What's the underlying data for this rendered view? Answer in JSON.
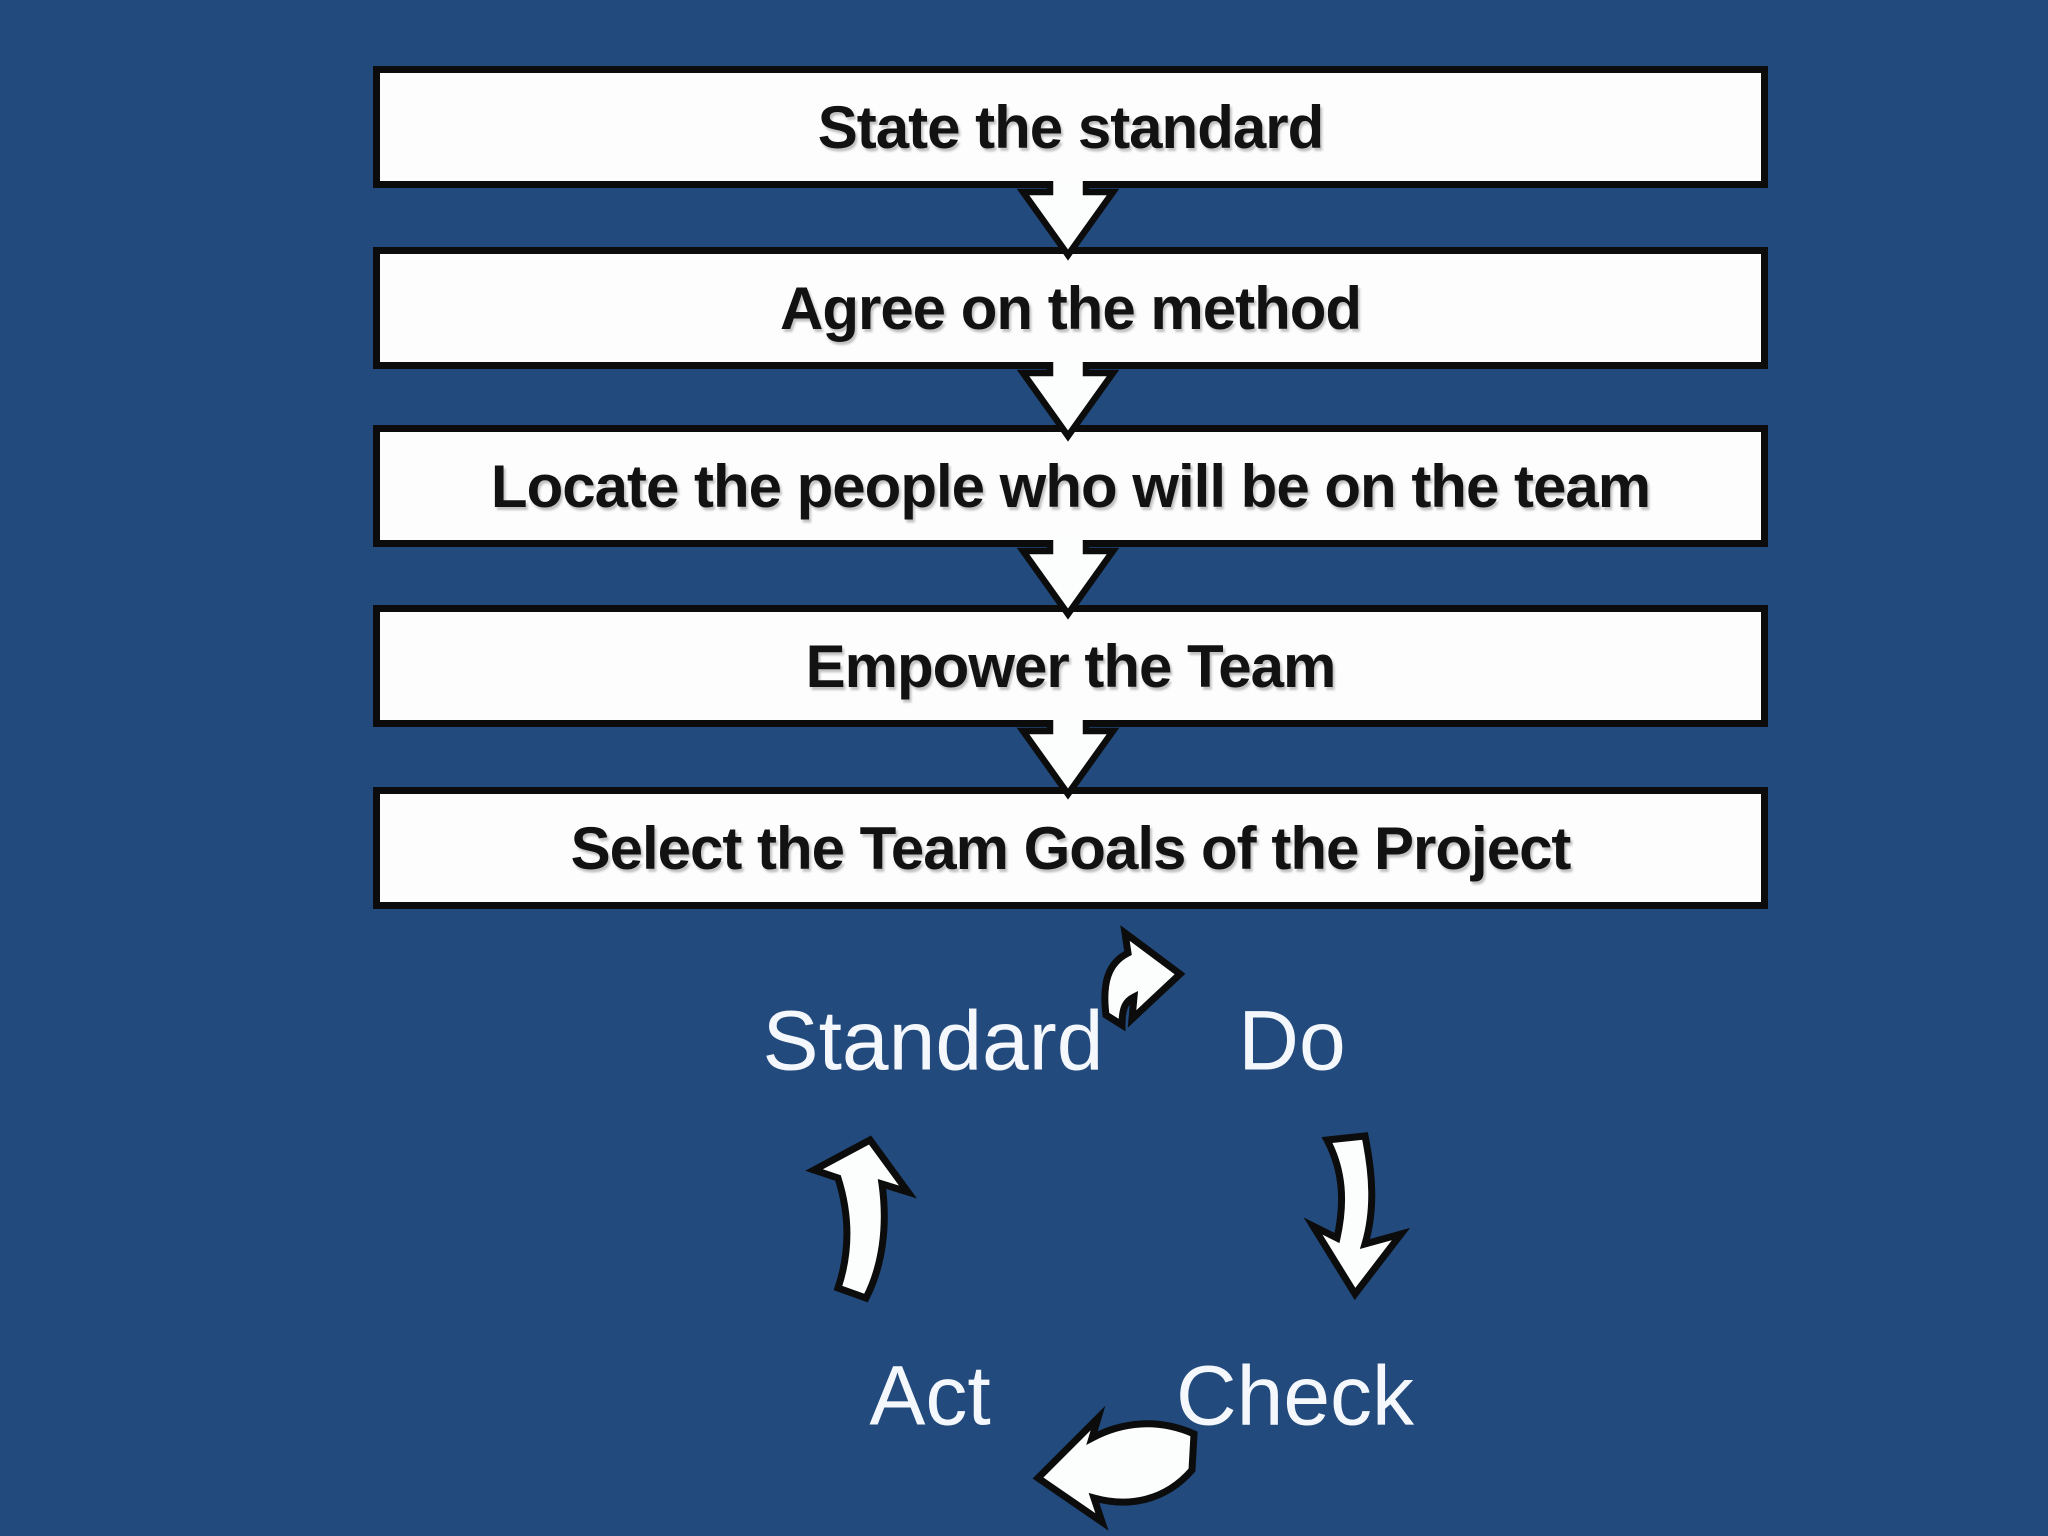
{
  "flowchart": {
    "steps": [
      {
        "label": "State the standard"
      },
      {
        "label": "Agree on the method"
      },
      {
        "label": "Locate the people who will be on the team"
      },
      {
        "label": "Empower the Team"
      },
      {
        "label": "Select the Team Goals of the Project"
      }
    ]
  },
  "cycle": {
    "standard": "Standard",
    "do": "Do",
    "check": "Check",
    "act": "Act"
  },
  "colors": {
    "background": "#224a7c",
    "box_fill": "#fdfdfd",
    "outline": "#0c0c0c",
    "box_text": "#121212",
    "cycle_text": "#f4f7fb",
    "arrow_fill": "#fcfdfd"
  }
}
